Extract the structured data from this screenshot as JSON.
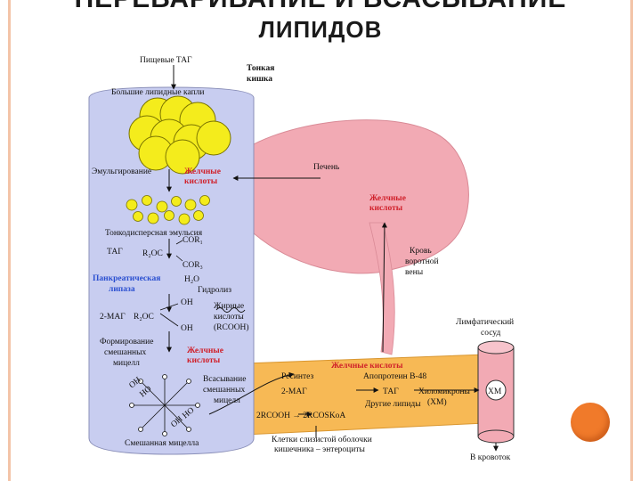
{
  "title": {
    "line1": "ПЕРЕВАРИВАНИЕ И ВСАСЫВАНИЕ",
    "line2": "ЛИПИДОВ"
  },
  "diagram": {
    "food_tag": "Пищевые ТАГ",
    "small_intestine_1": "Тонкая",
    "small_intestine_2": "кишка",
    "large_droplets": "Большие липидные капли",
    "emulsification": "Эмульгирование",
    "bile_acids_1_a": "Желчные",
    "bile_acids_1_b": "кислоты",
    "liver": "Печень",
    "bile_acids_2_a": "Желчные",
    "bile_acids_2_b": "кислоты",
    "fine_emulsion": "Тонкодисперсная эмульсия",
    "blood_1": "Кровь",
    "blood_2": "воротной",
    "blood_3": "вены",
    "tag": "ТАГ",
    "cor1": "COR₁",
    "r2oc": "R₂OC",
    "cor3": "COR₃",
    "pancreatic_lipase_1": "Панкреатическая",
    "pancreatic_lipase_2": "липаза",
    "water": "H₂O",
    "hydrolysis": "Гидролиз",
    "mag_left": "2-МАГ",
    "r2oc_2": "R₂OC",
    "oh_1": "OH",
    "oh_2": "OH",
    "fatty_acids_1": "Жирные",
    "fatty_acids_2": "кислоты",
    "fatty_acids_3": "(RCOOH)",
    "lymph_vessel_1": "Лимфатический",
    "lymph_vessel_2": "сосуд",
    "forming_1": "Формирование",
    "forming_2": "смешанных",
    "forming_3": "мицелл",
    "bile_acids_3_a": "Желчные",
    "bile_acids_3_b": "кислоты",
    "bile_acids_4": "Желчные кислоты",
    "resynthesis": "Ресинтез",
    "apoprotein": "Апопротеин В-48",
    "absorption_1": "Всасывание",
    "absorption_2": "смешанных",
    "absorption_3": "мицелл",
    "mag_right": "2-МАГ",
    "tag_right": "ТАГ",
    "chylomicrons_1": "Хиломикроны",
    "chylomicrons_2": "(ХМ)",
    "other_lipids": "Другие липиды",
    "xm": "ХМ",
    "rcooh_line": "2RCOOH → 2RCOSKoA",
    "mixed_micelle": "Смешанная мицелла",
    "enterocytes_1": "Клетки слизистой оболочки",
    "enterocytes_2": "кишечника – энтероциты",
    "bloodstream": "В кровоток",
    "micelle_labels": [
      "OH",
      "HO",
      "OH",
      "HO"
    ]
  },
  "colors": {
    "intestine": "#c8cdf0",
    "liver": "#f2aab4",
    "enterocyte": "#f7b955",
    "droplet": "#f4ec1c",
    "accent_red": "#d0202a",
    "accent_blue": "#2a4fd0",
    "corner_dot": "#f07a2a"
  }
}
